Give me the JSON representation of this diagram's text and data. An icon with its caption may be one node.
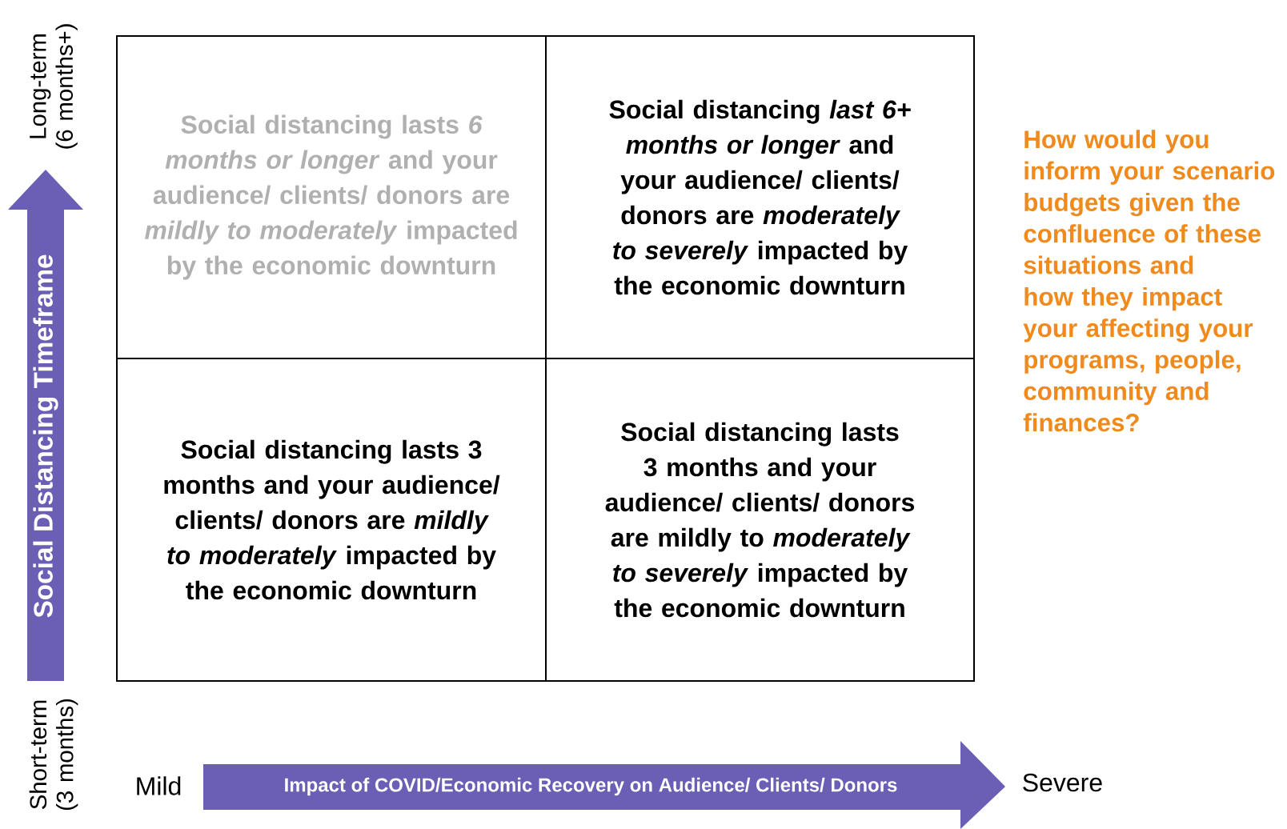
{
  "diagram": {
    "nodes": [
      {
        "text": [
          "Social distancing lasts *6 months or longer* and your audience/ clients/ donors are *mildly to moderately* impacted by the economic downturn"
        ]
      },
      {
        "text": [
          "Social distancing *last 6+ months or longer* and your audience/ clients/ donors are *moderately to severely* impacted by the economic downturn"
        ]
      },
      {
        "text": [
          "Social distancing lasts 3 months and your audience/ clients/ donors are *mildly to moderately* impacted by the economic downturn"
        ]
      },
      {
        "text": [
          "Social distancing lasts 3 months and your audience/ clients/ donors are mildly to *moderately to severely* impacted by the economic downturn"
        ]
      },
      {
        "text": [
          "Social Distancing Timeframe"
        ]
      },
      {
        "text": [
          "Impact of COVID/Economic Recovery on Audience/ Clients/ Donors"
        ]
      }
    ],
    "labels": [
      "Long-term (6 months+)",
      "Short-term (3 months)",
      "Mild",
      "Severe",
      "How would you inform your scenario budgets given the confluence of these situations and how they impact your affecting your programs, people, community and finances?"
    ]
  }
}
